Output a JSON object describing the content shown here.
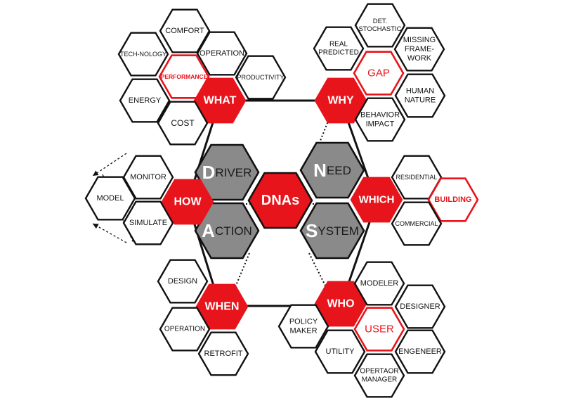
{
  "colors": {
    "red": "#e8141b",
    "gray": "#8a8a8a",
    "outline": "#111111",
    "white": "#ffffff"
  },
  "center": {
    "label": "DNAs"
  },
  "core": {
    "driver": {
      "initial": "D",
      "rest": "RIVER"
    },
    "need": {
      "initial": "N",
      "rest": "EED"
    },
    "action": {
      "initial": "A",
      "rest": "CTION"
    },
    "system": {
      "initial": "S",
      "rest": "YSTEM"
    }
  },
  "questions": {
    "what": "WHAT",
    "why": "WHY",
    "how": "HOW",
    "which": "WHICH",
    "when": "WHEN",
    "who": "WHO"
  },
  "what_cluster": {
    "comfort": "COMFORT",
    "technology": "TECH-NOLOGY",
    "operation": "OPERATION",
    "performance": "PERFORMANCE",
    "productivity": "PRODUCTIVITY",
    "energy": "ENERGY",
    "cost": "COST"
  },
  "why_cluster": {
    "det_stochastic": [
      "DET.",
      "STOCHASTIC"
    ],
    "real_predicted": [
      "REAL",
      "PREDICTED"
    ],
    "missing_framework": [
      "MISSING",
      "FRAME-",
      "WORK"
    ],
    "gap": "GAP",
    "human_nature": [
      "HUMAN",
      "NATURE"
    ],
    "behavior_impact": [
      "BEHAVIOR",
      "IMPACT"
    ]
  },
  "how_cluster": {
    "monitor": "MONITOR",
    "model": "MODEL",
    "simulate": "SIMULATE"
  },
  "which_cluster": {
    "residential": "RESIDENTIAL",
    "building": "BUILDING",
    "commercial": "COMMERCIAL"
  },
  "when_cluster": {
    "design": "DESIGN",
    "operation": "OPERATION",
    "retrofit": "RETROFIT"
  },
  "who_cluster": {
    "modeler": "MODELER",
    "policy_maker": [
      "POLICY",
      "MAKER"
    ],
    "designer": "DESIGNER",
    "user": "USER",
    "utility": "UTILITY",
    "engineer": "ENGENEER",
    "operator_manager": [
      "OPERTAOR",
      "MANAGER"
    ]
  }
}
